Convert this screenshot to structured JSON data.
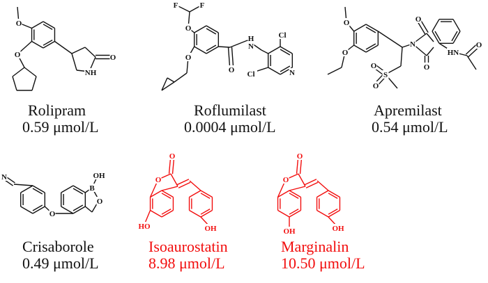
{
  "colors": {
    "reference": "#111111",
    "highlight": "#f20d0d"
  },
  "molecules": [
    {
      "name": "Rolipram",
      "ic50": "0.59 μmol/L",
      "atoms": [
        "O",
        "O",
        "O",
        "NH"
      ]
    },
    {
      "name": "Roflumilast",
      "ic50": "0.0004 μmol/L",
      "atoms": [
        "F",
        "F",
        "O",
        "O",
        "O",
        "H",
        "N",
        "Cl",
        "Cl",
        "N"
      ]
    },
    {
      "name": "Apremilast",
      "ic50": "0.54 μmol/L",
      "atoms": [
        "O",
        "O",
        "O",
        "N",
        "O",
        "S",
        "O",
        "O",
        "HN",
        "O"
      ]
    },
    {
      "name": "Crisaborole",
      "ic50": "0.49 μmol/L",
      "atoms": [
        "N",
        "O",
        "B",
        "OH",
        "O"
      ]
    },
    {
      "name": "Isoaurostatin",
      "ic50": "8.98 μmol/L",
      "atoms": [
        "O",
        "O",
        "HO",
        "OH"
      ]
    },
    {
      "name": "Marginalin",
      "ic50": "10.50 μmol/L",
      "atoms": [
        "O",
        "O",
        "OH",
        "OH"
      ]
    }
  ]
}
